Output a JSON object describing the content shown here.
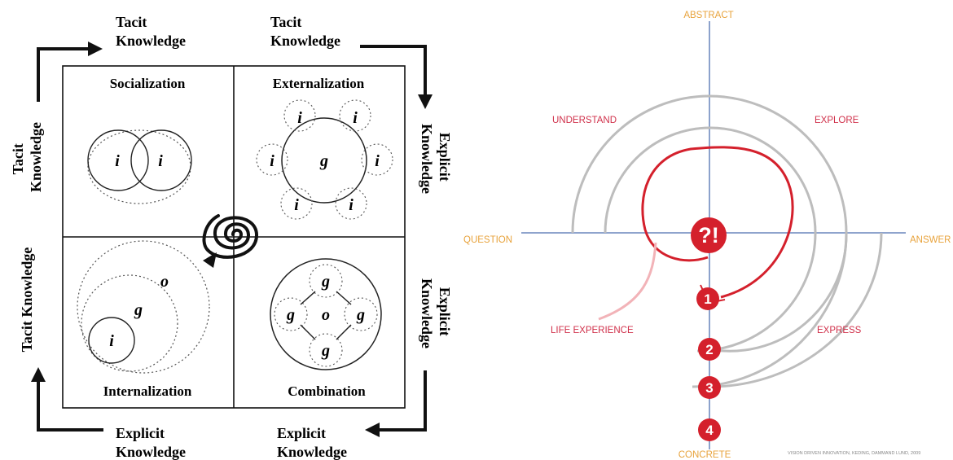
{
  "seci": {
    "arrow_labels": {
      "top_left": [
        "Tacit",
        "Knowledge"
      ],
      "top_right": [
        "Tacit",
        "Knowledge"
      ],
      "left_upper": [
        "Tacit",
        "Knowledge"
      ],
      "left_lower": "Tacit Knowledge",
      "right_upper": [
        "Explicit",
        "Knowledge"
      ],
      "right_lower": [
        "Explicit",
        "Knowledge"
      ],
      "bottom_left": [
        "Explicit",
        "Knowledge"
      ],
      "bottom_right": [
        "Explicit",
        "Knowledge"
      ]
    },
    "quadrants": {
      "socialization": "Socialization",
      "externalization": "Externalization",
      "internalization": "Internalization",
      "combination": "Combination"
    },
    "symbols": {
      "individual": "i",
      "group": "g",
      "organization": "o"
    }
  },
  "vdi": {
    "axes": {
      "top": "ABSTRACT",
      "bottom": "CONCRETE",
      "left": "QUESTION",
      "right": "ANSWER"
    },
    "labels": {
      "understand": "UNDERSTAND",
      "explore": "EXPLORE",
      "life_experience": "LIFE EXPERIENCE",
      "express": "EXPRESS"
    },
    "center_badge": "?!",
    "steps": [
      "1",
      "2",
      "3",
      "4"
    ],
    "credit": "VISION DRIVEN INNOVATION, KEDING, DAMMAND LUND, 2009",
    "colors": {
      "axis_label": "#e8a33c",
      "label": "#d0304a",
      "accent": "#d4202c",
      "axis": "#7f97c6",
      "arc": "#bdbdbd"
    }
  }
}
